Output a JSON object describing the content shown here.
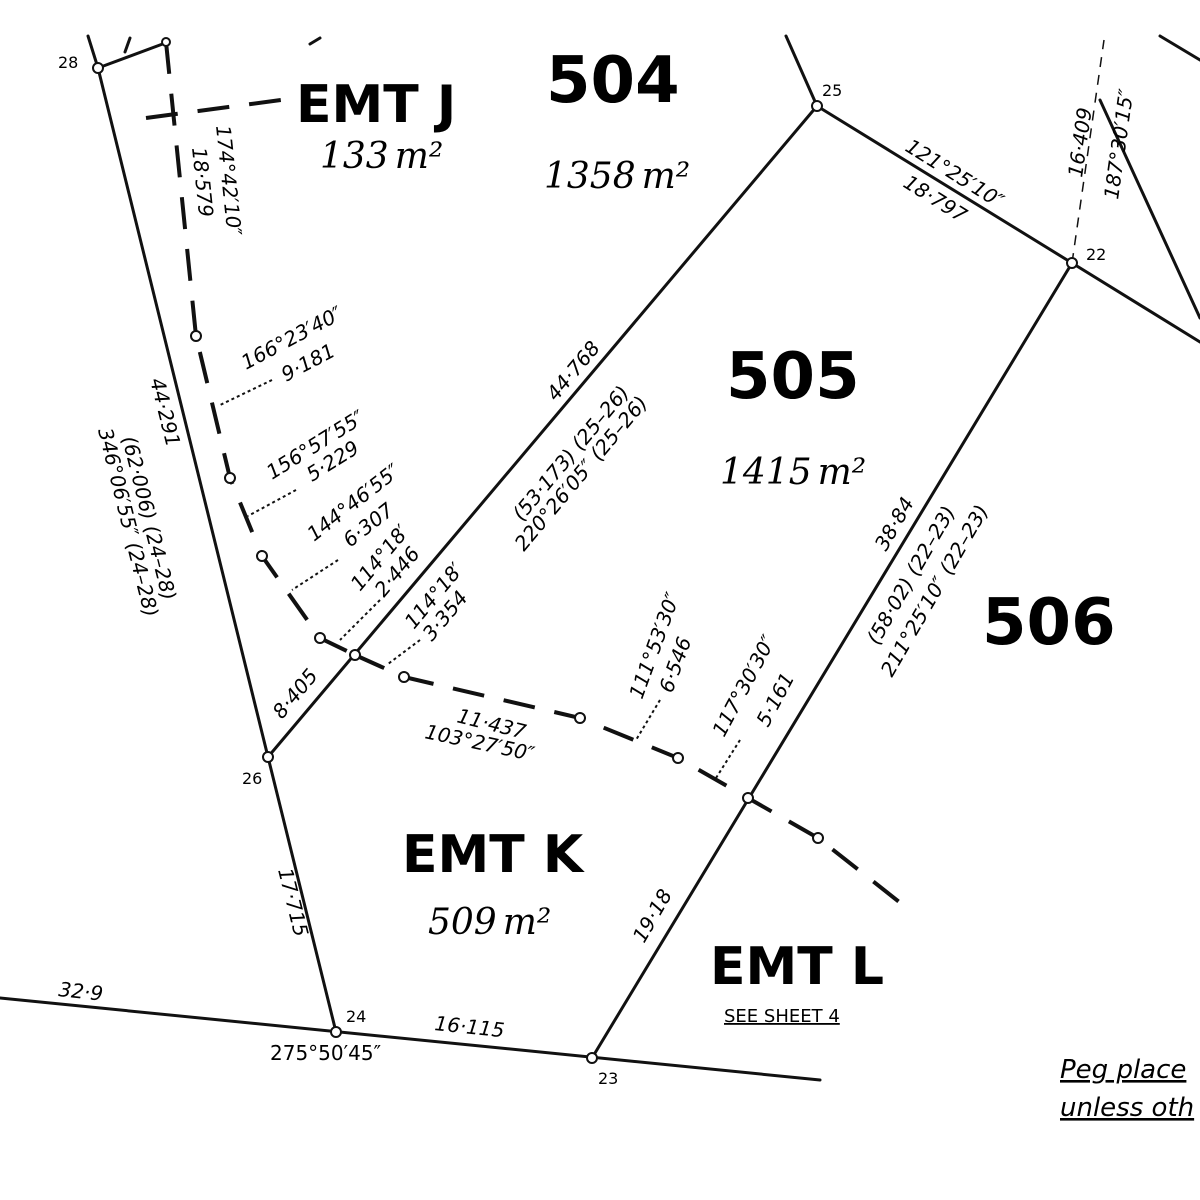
{
  "lots": [
    {
      "label": "504",
      "area": "1358",
      "unit": "m²"
    },
    {
      "label": "505",
      "area": "1415",
      "unit": "m²"
    },
    {
      "label": "506"
    }
  ],
  "easements": [
    {
      "label": "EMT J",
      "area": "133",
      "unit": "m²"
    },
    {
      "label": "EMT K",
      "area": "509",
      "unit": "m²"
    },
    {
      "label": "EMT L",
      "note": "SEE SHEET 4"
    }
  ],
  "points": [
    "28",
    "25",
    "22",
    "26",
    "24",
    "23"
  ],
  "dimensions": {
    "d_28_24_dist": "44·291",
    "d_28_24_orig": "(62·006) (24–28)",
    "d_28_24_bearing": "346°06′55″ (24–28)",
    "d_easement_j_bearing": "174°42′10″",
    "d_easement_j_dist": "18·579",
    "d_166_bearing": "166°23′40″",
    "d_166_dist": "9·181",
    "d_156_bearing": "156°57′55″",
    "d_156_dist": "5·229",
    "d_144_bearing": "144°46′55″",
    "d_144_dist": "6·307",
    "d_114a_bearing": "114°18′",
    "d_114a_dist": "2·446",
    "d_114b_bearing": "114°18′",
    "d_114b_dist": "3·354",
    "d_26_25_dist": "44·768",
    "d_26_25_orig": "(53·173) (25–26)",
    "d_26_25_bearing": "220°26′05″ (25–26)",
    "d_25_22_bearing": "121°25′10″",
    "d_25_22_dist": "18·797",
    "d_22_north_dist": "16·409",
    "d_22_north_bearing": "187°30′15″",
    "d_22_23_dist": "38·84",
    "d_22_23_orig": "(58·02) (22–23)",
    "d_22_23_bearing": "211°25′10″ (22–23)",
    "d_111_bearing": "111°53′30″",
    "d_111_dist": "6·546",
    "d_117_bearing": "117°30′30″",
    "d_117_dist": "5·161",
    "d_11437_dist": "11·437",
    "d_11437_bearing": "103°27′50″",
    "d_8405": "8·405",
    "d_17715": "17·715",
    "d_1918": "19·18",
    "d_329": "32·9",
    "d_16115": "16·115",
    "d_24_bearing": "275°50′45″"
  },
  "legend": {
    "line1": "Peg place",
    "line2": "unless oth"
  }
}
